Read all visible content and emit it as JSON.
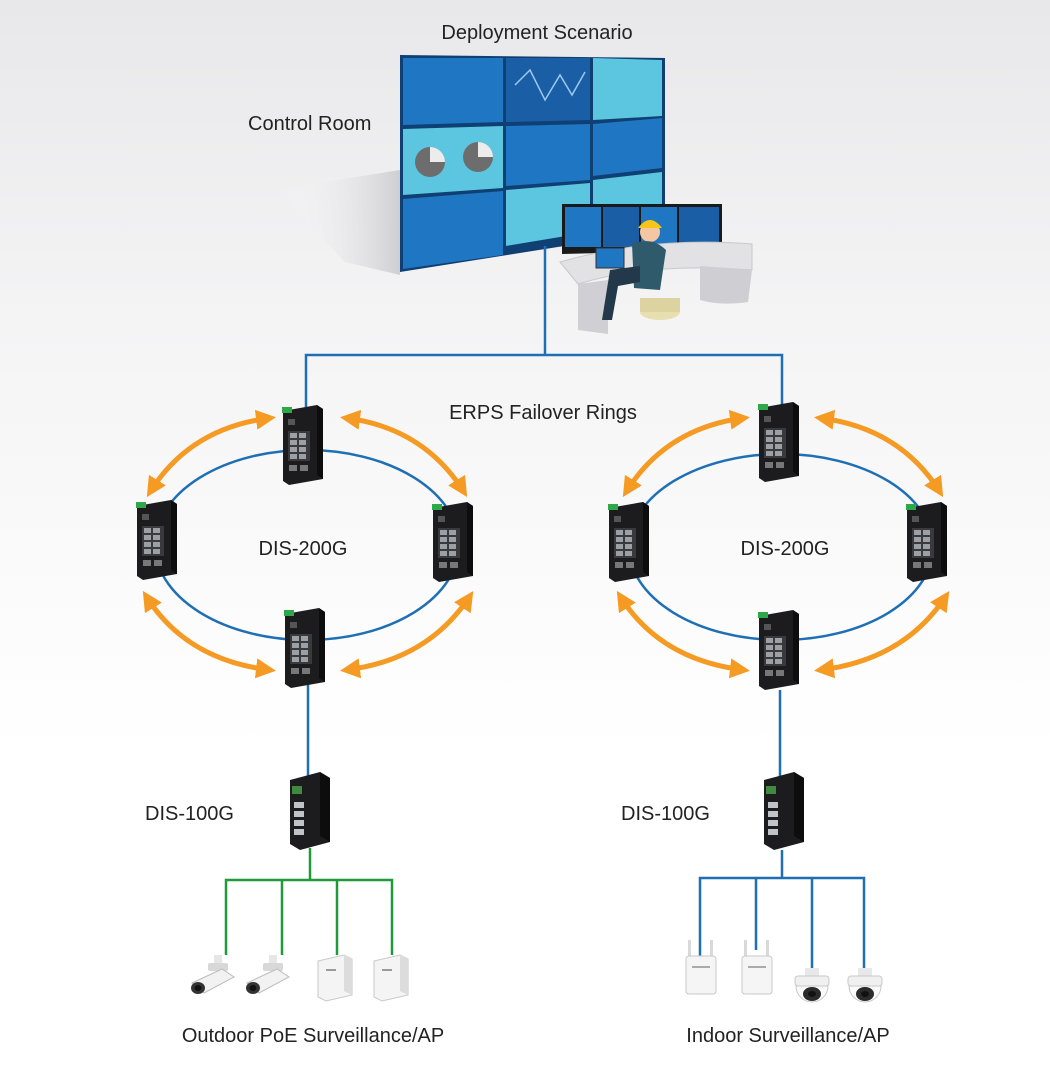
{
  "title": "Deployment Scenario",
  "control_room": {
    "label": "Control Room"
  },
  "rings_label": "ERPS Failover Rings",
  "left_ring": {
    "switch_model": "DIS-200G"
  },
  "right_ring": {
    "switch_model": "DIS-200G"
  },
  "left_branch": {
    "switch_model": "DIS-100G",
    "devices_label": "Outdoor PoE Surveillance/AP"
  },
  "right_branch": {
    "switch_model": "DIS-100G",
    "devices_label": "Indoor Surveillance/AP"
  },
  "colors": {
    "link_blue": "#1f6fb5",
    "poe_green": "#1f9a3a",
    "ring_arrow_orange": "#f59a23",
    "switch_body": "#1c1c1e",
    "screen_blue": "#1f76c2",
    "screen_cyan": "#5cc6e0"
  }
}
